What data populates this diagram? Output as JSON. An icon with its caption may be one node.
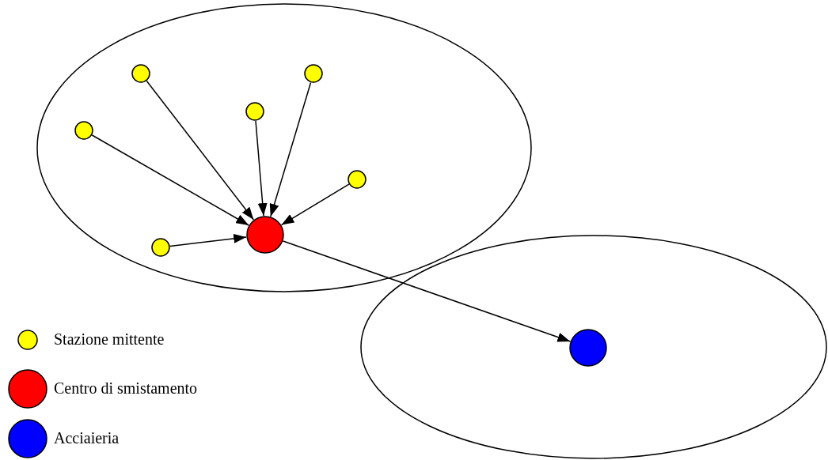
{
  "diagram": {
    "nodes": [
      {
        "text": [],
        "shape": "ellipse"
      },
      {
        "text": [],
        "shape": "circle",
        "in": 0
      },
      {
        "text": [],
        "shape": "circle",
        "in": 0
      },
      {
        "text": [],
        "shape": "circle",
        "in": 0
      },
      {
        "text": [],
        "shape": "circle",
        "in": 0
      },
      {
        "text": [],
        "shape": "circle",
        "in": 0
      },
      {
        "text": [],
        "shape": "circle",
        "in": 0
      },
      {
        "text": [],
        "shape": "circle",
        "in": 0
      },
      {
        "text": [],
        "shape": "ellipse"
      },
      {
        "text": [],
        "shape": "circle",
        "in": 8
      }
    ],
    "edges": [
      {
        "from": 1,
        "to": 7,
        "arrow": "to"
      },
      {
        "from": 2,
        "to": 7,
        "arrow": "to"
      },
      {
        "from": 3,
        "to": 7,
        "arrow": "to"
      },
      {
        "from": 4,
        "to": 7,
        "arrow": "to"
      },
      {
        "from": 5,
        "to": 7,
        "arrow": "to"
      },
      {
        "from": 6,
        "to": 7,
        "arrow": "to"
      },
      {
        "from": 7,
        "to": 9,
        "arrow": "to"
      }
    ],
    "legend": [
      {
        "text": "Stazione mittente",
        "color": "#ffff00"
      },
      {
        "text": "Centro di smistamento",
        "color": "#ff0000"
      },
      {
        "text": "Acciaieria",
        "color": "#0000ff"
      }
    ]
  }
}
